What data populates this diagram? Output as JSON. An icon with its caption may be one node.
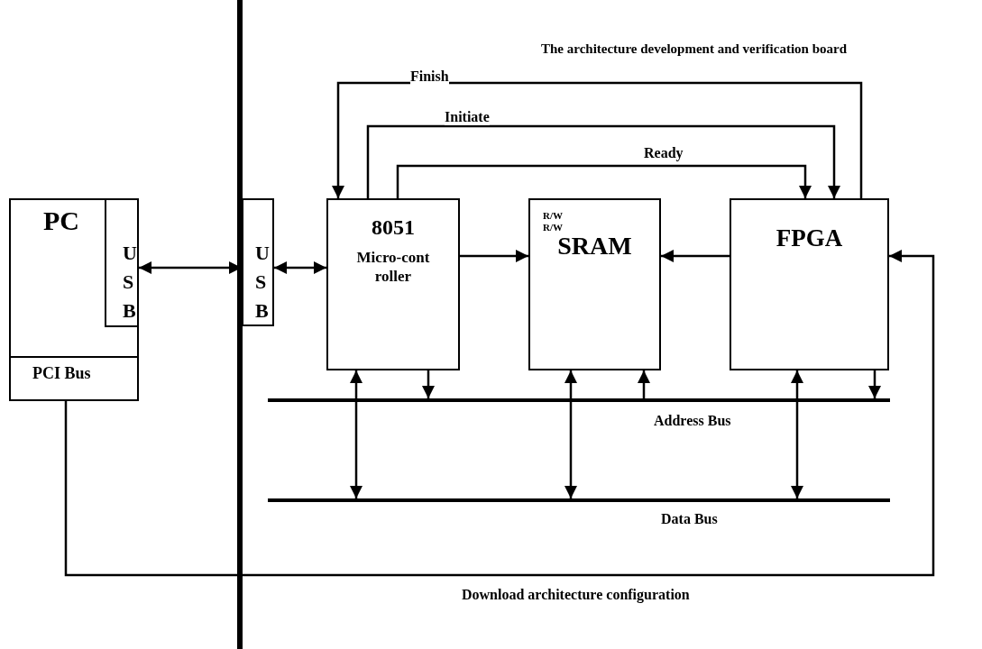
{
  "diagram": {
    "nodes": [
      {
        "text": [
          "The architecture development and verification board"
        ]
      },
      {
        "text": [
          "PC"
        ]
      },
      {
        "text": [
          "USB"
        ],
        "in": 1
      },
      {
        "text": [
          "PCI Bus"
        ]
      },
      {
        "text": [
          "USB"
        ],
        "in": 0
      },
      {
        "text": [
          "8051",
          "Micro-controller"
        ],
        "in": 0
      },
      {
        "text": [
          "R/W",
          "R/W",
          "SRAM"
        ],
        "in": 0
      },
      {
        "text": [
          "FPGA"
        ],
        "in": 0
      },
      {
        "text": [],
        "shape": "bar",
        "in": 0,
        "beside": [
          "Address Bus"
        ]
      },
      {
        "text": [],
        "shape": "bar",
        "in": 0,
        "beside": [
          "Data Bus"
        ]
      }
    ],
    "edges": [
      {
        "from": 2,
        "to": 4,
        "arrow": "both"
      },
      {
        "from": 4,
        "to": 5,
        "arrow": "both"
      },
      {
        "from": 7,
        "to": 5,
        "arrow": "to",
        "label": "Finish"
      },
      {
        "from": 5,
        "to": 7,
        "arrow": "to",
        "label": "Initiate"
      },
      {
        "from": 5,
        "to": 7,
        "arrow": "to",
        "label": "Ready"
      },
      {
        "from": 5,
        "to": 6,
        "arrow": "to"
      },
      {
        "from": 7,
        "to": 6,
        "arrow": "to"
      },
      {
        "from": 5,
        "to": 8,
        "arrow": "to"
      },
      {
        "from": 9,
        "to": 5,
        "arrow": "both"
      },
      {
        "from": 8,
        "to": 6,
        "arrow": "to"
      },
      {
        "from": 9,
        "to": 6,
        "arrow": "both"
      },
      {
        "from": 9,
        "to": 7,
        "arrow": "both"
      },
      {
        "from": 7,
        "to": 8,
        "arrow": "to"
      },
      {
        "from": 3,
        "to": 7,
        "arrow": "to",
        "label": "Download architecture configuration"
      }
    ]
  }
}
